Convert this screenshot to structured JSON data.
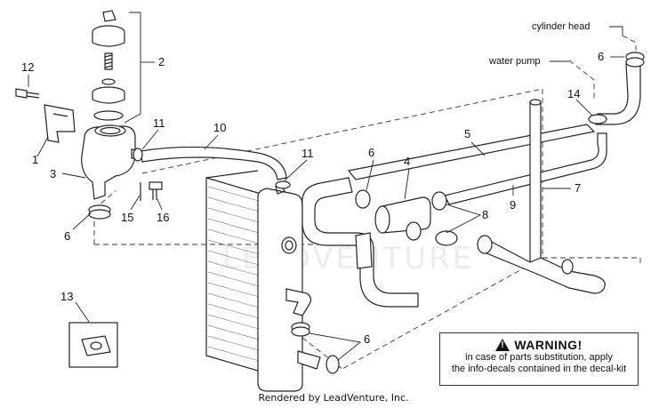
{
  "callouts": [
    "1",
    "2",
    "3",
    "4",
    "5",
    "6",
    "7",
    "8",
    "9",
    "10",
    "11",
    "12",
    "13",
    "14",
    "15",
    "16"
  ],
  "labels": {
    "cylinder_head": "cylinder head",
    "water_pump": "water pump"
  },
  "warning": {
    "title": "WARNING!",
    "line1": "in case of parts substitution, apply",
    "line2": "the info-decals contained in the decal-kit"
  },
  "watermark": "LEADVENTURE",
  "footer": "Rendered by LeadVenture, Inc."
}
